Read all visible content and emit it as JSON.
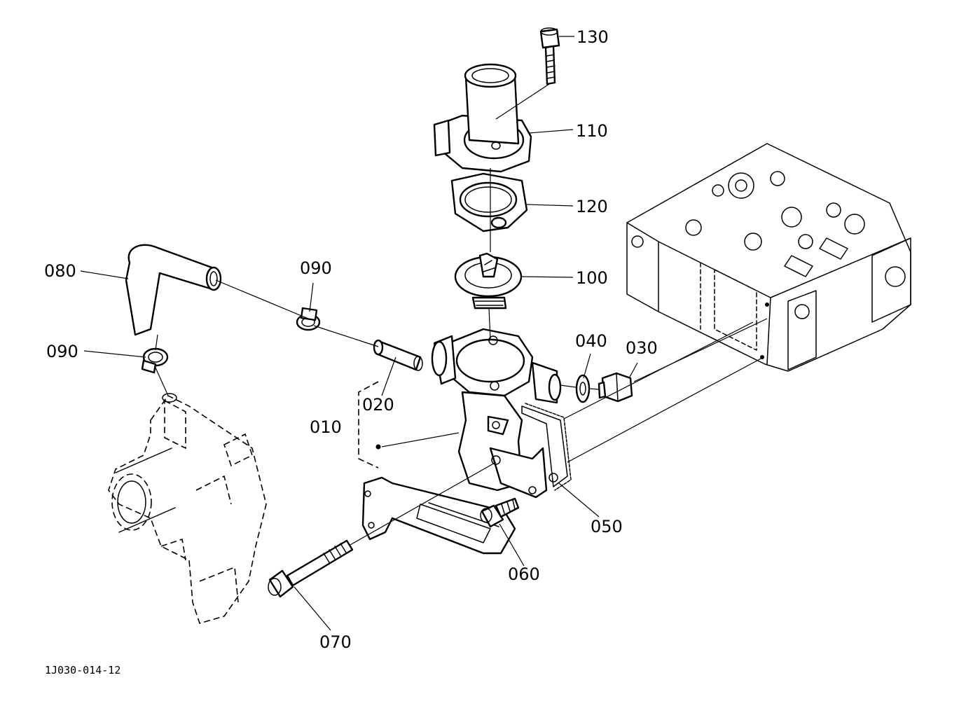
{
  "parts": {
    "p010": "010",
    "p020": "020",
    "p030": "030",
    "p040": "040",
    "p050": "050",
    "p060": "060",
    "p070": "070",
    "p080": "080",
    "p090a": "090",
    "p090b": "090",
    "p100": "100",
    "p110": "110",
    "p120": "120",
    "p130": "130"
  },
  "figure_ref": "1J030-014-12"
}
